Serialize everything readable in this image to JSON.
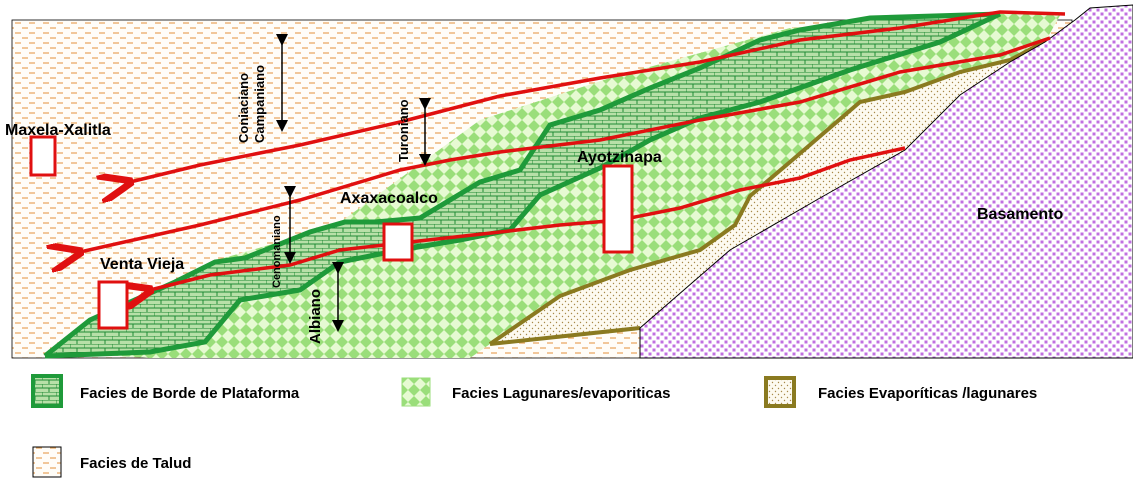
{
  "sections": {
    "maxela": "Maxela-Xalitla",
    "venta_vieja": "Venta Vieja",
    "axaxacoalco": "Axaxacoalco",
    "ayotzinapa": "Ayotzinapa"
  },
  "units": {
    "coniaciano": "Coniaciano",
    "campaniano": "Campaniano",
    "turoniano": "Turoniano",
    "cenomaniano": "Cenomaniano",
    "albiano": "Albiano",
    "basamento": "Basamento"
  },
  "legend": {
    "borde": "Facies de Borde de Plataforma",
    "lagunares": "Facies Lagunares/evaporiticas",
    "evaporiticas": "Facies Evaporíticas /lagunares",
    "talud": "Facies de Talud"
  },
  "colors": {
    "talud": "#e8a35a",
    "borde_fill": "#b8e0a8",
    "borde_line": "#1f9a3a",
    "lagunar_light": "#d8f5c0",
    "lagunar_dark": "#9ade7a",
    "evap": "#b89a5a",
    "evap_outline": "#8a7a20",
    "basamento": "#c070e0",
    "red_line": "#e01010"
  }
}
